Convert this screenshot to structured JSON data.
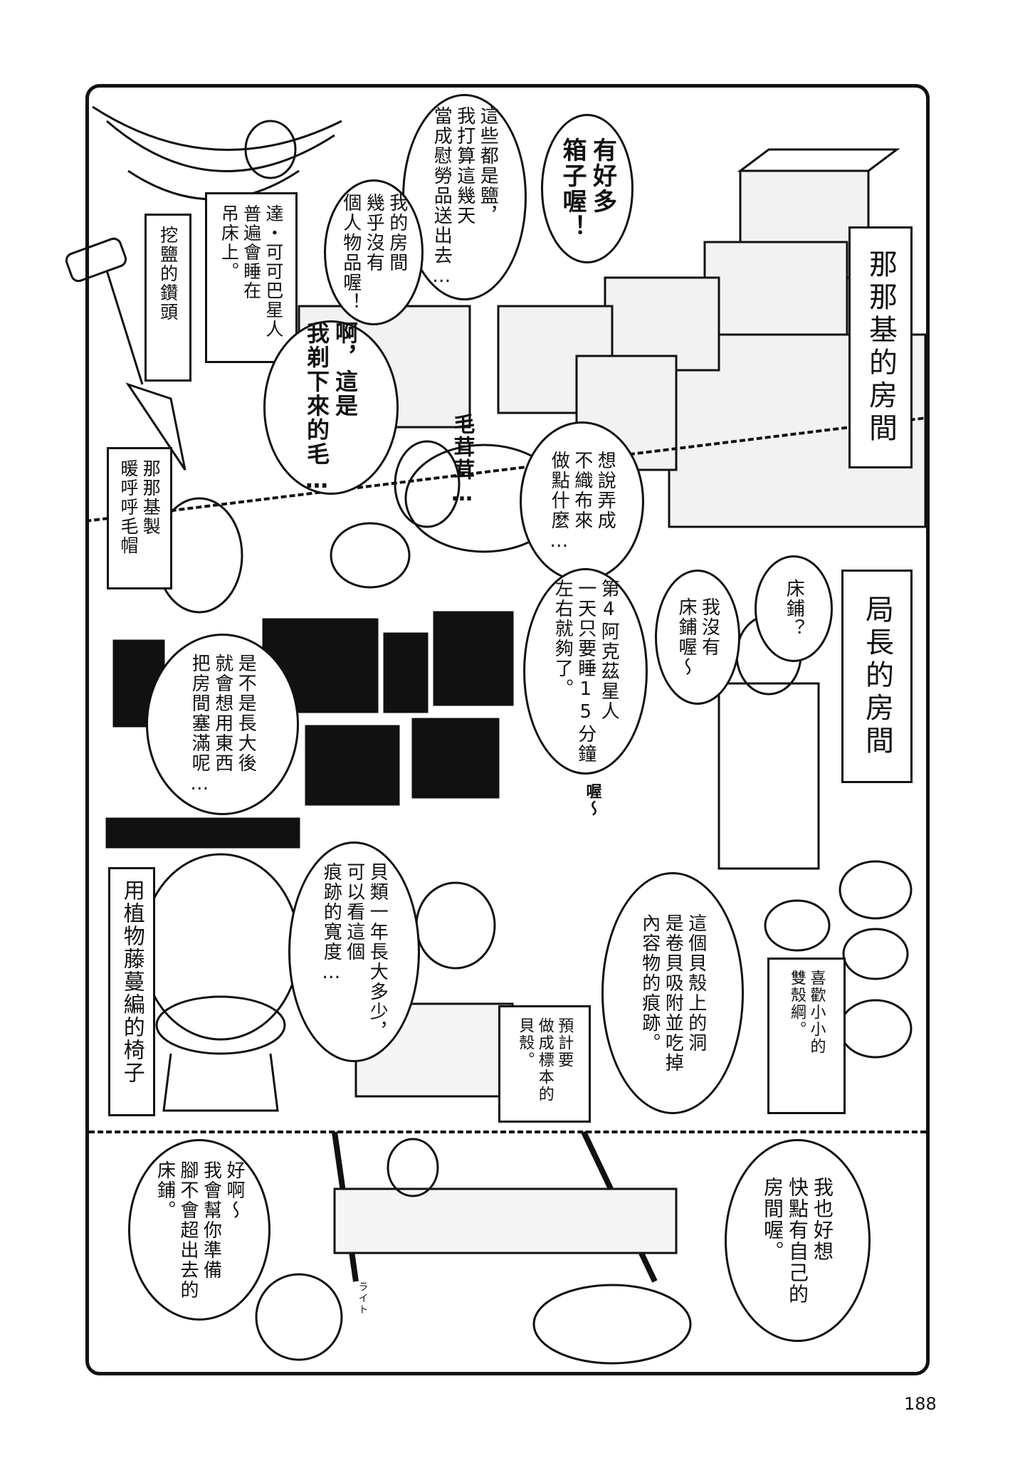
{
  "room1": {
    "title": "那那基的房間",
    "captions": {
      "hammock": "達・可可巴星人\n普遍會睡在\n吊床上。",
      "drill": "挖鹽的鑽頭",
      "hat": "那那基製\n暖呼呼毛帽"
    },
    "bubbles": {
      "boxes": "有好多\n箱子喔！",
      "salt": "這些都是鹽，\n我打算這幾天\n當成慰勞品送出去…",
      "my_room": "我的房間\n幾乎沒有\n個人物品喔！",
      "fur": "啊，這是\n我剃下來的毛…",
      "fabric": "想說弄成\n不織布來\n做點什麼…"
    },
    "sfx": {
      "fluffy": "毛茸茸…"
    }
  },
  "room2": {
    "title": "局長的房間",
    "captions": {
      "chair": "用植物藤蔓編的椅子",
      "specimen": "預計要\n做成標本的\n貝殼。",
      "bivalve": "喜歡小小的\n雙殼綱。"
    },
    "bubbles": {
      "bed_q": "床鋪？",
      "no_bed": "我沒有\n床鋪喔～",
      "sleep": "第4阿克茲星人\n一天只要睡15分鐘\n左右就夠了。",
      "grow_up": "是不是長大後\n就會想用東西\n把房間塞滿呢…",
      "shell_growth": "貝類一年長大多少，\n可以看這個\n痕跡的寬度…",
      "shell_hole": "這個貝殼上的洞\n是卷貝吸附並吃掉\n內容物的痕跡。"
    },
    "sfx": {
      "oh": "喔～"
    }
  },
  "room3": {
    "bubbles": {
      "want_room": "我也好想\n快點有自己的\n房間喔。",
      "prepare_bed": "好啊～\n我會幫你準備\n腳不會超出去的\n床鋪。"
    },
    "sfx": {
      "light": "ライト"
    }
  },
  "page_number": "188"
}
